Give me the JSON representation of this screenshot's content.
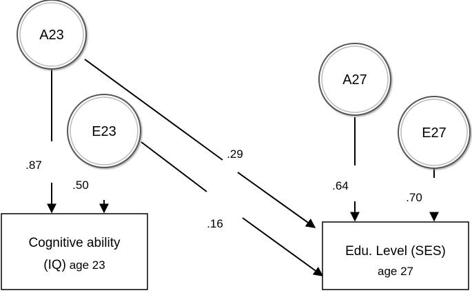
{
  "nodes": {
    "a23": "A23",
    "e23": "E23",
    "a27": "A27",
    "e27": "E27"
  },
  "boxes": {
    "iq": {
      "line1": "Cognitive ability",
      "line2_main": "(IQ)",
      "line2_suffix": " age 23"
    },
    "ses": {
      "line1": "Edu. Level (SES)",
      "line2": "age 27"
    }
  },
  "coefficients": {
    "a23_iq": ".87",
    "e23_iq": ".50",
    "a23_ses": ".29",
    "e23_ses": ".16",
    "a27_ses": ".64",
    "e27_ses": ".70"
  }
}
